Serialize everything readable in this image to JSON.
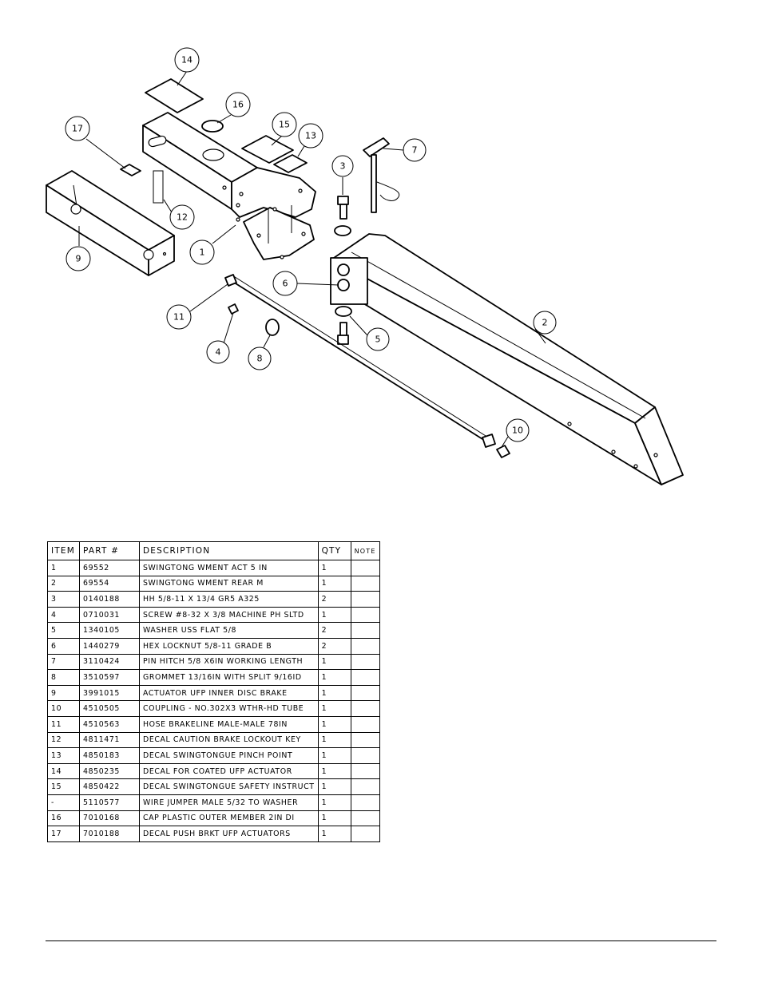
{
  "callouts": [
    "14",
    "16",
    "15",
    "13",
    "17",
    "3",
    "7",
    "12",
    "1",
    "9",
    "6",
    "11",
    "5",
    "2",
    "4",
    "8",
    "10"
  ],
  "table": {
    "headers": {
      "item": "ITEM",
      "part": "PART #",
      "description": "DESCRIPTION",
      "qty": "QTY",
      "note": "NOTE"
    },
    "rows": [
      {
        "item": "1",
        "part": "69552",
        "description": "SWINGTONG WMENT ACT 5 IN",
        "qty": "1",
        "note": ""
      },
      {
        "item": "2",
        "part": "69554",
        "description": "SWINGTONG WMENT REAR M",
        "qty": "1",
        "note": ""
      },
      {
        "item": "3",
        "part": "0140188",
        "description": "HH 5/8-11 X 13/4  GR5 A325",
        "qty": "2",
        "note": ""
      },
      {
        "item": "4",
        "part": "0710031",
        "description": "SCREW #8-32 X 3/8 MACHINE PH SLTD",
        "qty": "1",
        "note": ""
      },
      {
        "item": "5",
        "part": "1340105",
        "description": "WASHER USS FLAT 5/8",
        "qty": "2",
        "note": ""
      },
      {
        "item": "6",
        "part": "1440279",
        "description": "HEX LOCKNUT 5/8-11 GRADE B",
        "qty": "2",
        "note": ""
      },
      {
        "item": "7",
        "part": "3110424",
        "description": "PIN HITCH 5/8 X6IN WORKING LENGTH",
        "qty": "1",
        "note": ""
      },
      {
        "item": "8",
        "part": "3510597",
        "description": "GROMMET 13/16IN  WITH SPLIT 9/16ID",
        "qty": "1",
        "note": ""
      },
      {
        "item": "9",
        "part": "3991015",
        "description": "ACTUATOR UFP INNER  DISC BRAKE",
        "qty": "1",
        "note": ""
      },
      {
        "item": "10",
        "part": "4510505",
        "description": "COUPLING - NO.302X3 WTHR-HD TUBE",
        "qty": "1",
        "note": ""
      },
      {
        "item": "11",
        "part": "4510563",
        "description": "HOSE BRAKELINE MALE-MALE 78IN",
        "qty": "1",
        "note": ""
      },
      {
        "item": "12",
        "part": "4811471",
        "description": "DECAL CAUTION BRAKE LOCKOUT KEY",
        "qty": "1",
        "note": ""
      },
      {
        "item": "13",
        "part": "4850183",
        "description": "DECAL SWINGTONGUE PINCH POINT",
        "qty": "1",
        "note": ""
      },
      {
        "item": "14",
        "part": "4850235",
        "description": "DECAL FOR COATED UFP ACTUATOR",
        "qty": "1",
        "note": ""
      },
      {
        "item": "15",
        "part": "4850422",
        "description": "DECAL SWINGTONGUE SAFETY INSTRUCT",
        "qty": "1",
        "note": ""
      },
      {
        "item": "-",
        "part": "5110577",
        "description": "WIRE JUMPER MALE 5/32 TO WASHER",
        "qty": "1",
        "note": ""
      },
      {
        "item": "16",
        "part": "7010168",
        "description": "CAP  PLASTIC OUTER MEMBER 2IN DI",
        "qty": "1",
        "note": ""
      },
      {
        "item": "17",
        "part": "7010188",
        "description": "DECAL PUSH BRKT UFP ACTUATORS",
        "qty": "1",
        "note": ""
      }
    ]
  }
}
